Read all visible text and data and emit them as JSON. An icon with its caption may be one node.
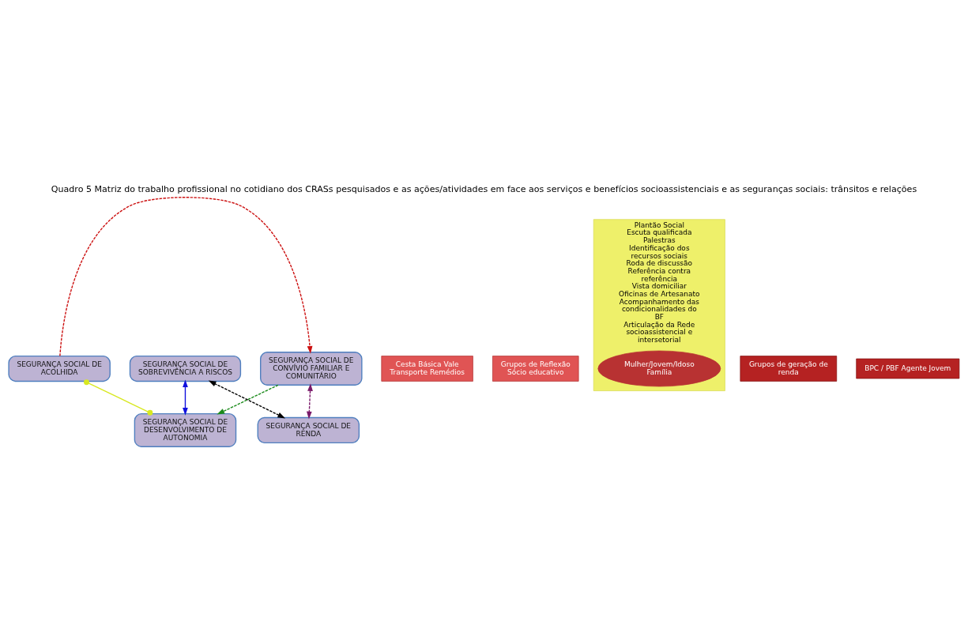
{
  "diagram": {
    "title": "Quadro 5 Matriz do trabalho profissional no cotidiano dos CRASs pesquisados e as ações/atividades em face aos serviços e benefícios socioassistenciais e as seguranças sociais: trânsitos e relações",
    "nodes": [
      {
        "text": [
          "SEGURANÇA SOCIAL DE SOBREVIVÊNCIA A RISCOS"
        ]
      },
      {
        "text": [
          "Cesta Básica Vale Transporte Remédios"
        ]
      },
      {
        "text": [
          "SEGURANÇA SOCIAL DE ACOLHIDA"
        ]
      },
      {
        "text": [
          "SEGURANÇA SOCIAL DE CONVÍVIO FAMILIAR E COMUNITÁRIO"
        ]
      },
      {
        "text": [
          "Grupos de Reflexão Sócio educativo"
        ]
      },
      {
        "text": [
          "Plantão Social",
          "Escuta qualificada",
          "Palestras",
          "Identificação dos recursos sociais",
          "Roda de discussão",
          "Referência contra referência",
          "Vista domiciliar",
          "Oficinas de Artesanato",
          "Acompanhamento das condicionalidades do BF",
          "Articulação da Rede socioassistencial e intersetorial"
        ]
      },
      {
        "text": [
          "Mulher/Jovem/Idoso",
          "Família"
        ],
        "in": 5
      },
      {
        "text": [
          "Grupos de geração de renda"
        ]
      },
      {
        "text": [
          "BPC / PBF Agente Jovem"
        ]
      },
      {
        "text": [
          "SEGURANÇA SOCIAL DE DESENVOLVIMENTO DE AUTONOMIA"
        ]
      },
      {
        "text": [
          "SEGURANÇA SOCIAL DE RENDA"
        ]
      }
    ],
    "edges": [
      {
        "from": 9,
        "to": 2,
        "arrow": "other",
        "color": "#d8e820"
      },
      {
        "from": 2,
        "to": 3,
        "arrow": "to",
        "style": "dashed",
        "color": "#cc1111"
      },
      {
        "from": 0,
        "to": 9,
        "arrow": "both",
        "color": "#1010dd"
      },
      {
        "from": 10,
        "to": 0,
        "arrow": "both",
        "style": "dashed",
        "color": "#000000"
      },
      {
        "from": 3,
        "to": 10,
        "arrow": "both",
        "style": "dashed",
        "color": "#7a1a6a"
      },
      {
        "from": 3,
        "to": 9,
        "arrow": "to",
        "style": "dashed",
        "color": "#1a8a1a"
      }
    ]
  }
}
